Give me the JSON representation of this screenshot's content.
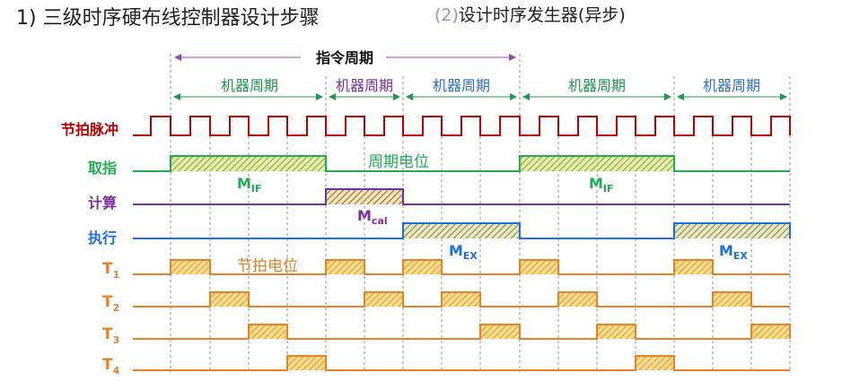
{
  "title": "1) 三级时序硬布线控制器设计步骤",
  "subtitle": {
    "number": "(2)",
    "text": "设计时序发生器(异步)"
  },
  "instruction_cycle_label": "指令周期",
  "machine_cycles": [
    {
      "label": "机器周期",
      "color": "#1e9a4a"
    },
    {
      "label": "机器周期",
      "color": "#7b2fa0"
    },
    {
      "label": "机器周期",
      "color": "#2f6fd6"
    },
    {
      "label": "机器周期",
      "color": "#1e9a4a"
    },
    {
      "label": "机器周期",
      "color": "#2f6fd6"
    }
  ],
  "signals": {
    "clock": {
      "label": "节拍脉冲",
      "color": "#c00000"
    },
    "fetch": {
      "label": "取指",
      "color": "#1fae52"
    },
    "calc": {
      "label": "计算",
      "color": "#7b2fa0"
    },
    "exec": {
      "label": "执行",
      "color": "#1f6fe0"
    },
    "t1": {
      "label": "T",
      "sub": "1",
      "color": "#e8832a"
    },
    "t2": {
      "label": "T",
      "sub": "2",
      "color": "#e8832a"
    },
    "t3": {
      "label": "T",
      "sub": "3",
      "color": "#e8832a"
    },
    "t4": {
      "label": "T",
      "sub": "4",
      "color": "#e8832a"
    }
  },
  "annotations": {
    "period_potential": "周期电位",
    "beat_potential": "节拍电位",
    "m_if_1": {
      "main": "M",
      "sub": "IF"
    },
    "m_if_2": {
      "main": "M",
      "sub": "IF"
    },
    "m_cal": {
      "main": "M",
      "sub": "cal"
    },
    "m_ex_1": {
      "main": "M",
      "sub": "EX"
    },
    "m_ex_2": {
      "main": "M",
      "sub": "EX"
    }
  },
  "colors": {
    "dashed": "#999999",
    "arrow": "#1e9a4a",
    "instr_arrow": "#8a4fb0",
    "hatch_fill": "#f7e49a"
  }
}
